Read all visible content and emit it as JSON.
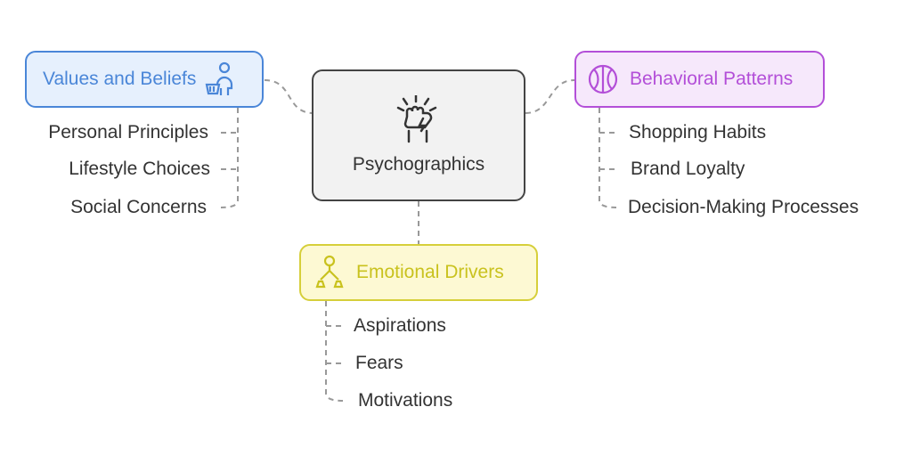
{
  "center": {
    "label": "Psychographics",
    "icon": "fist-icon"
  },
  "branches": [
    {
      "label": "Values and Beliefs",
      "icon": "person-basket-icon",
      "color": "#4a86d8",
      "fill": "#e6f0fd",
      "items": [
        "Personal Principles",
        "Lifestyle Choices",
        "Social Concerns"
      ]
    },
    {
      "label": "Behavioral Patterns",
      "icon": "basketball-icon",
      "color": "#b34fd8",
      "fill": "#f6e8fb",
      "items": [
        "Shopping Habits",
        "Brand Loyalty",
        "Decision-Making Processes"
      ]
    },
    {
      "label": "Emotional Drivers",
      "icon": "hierarchy-icon",
      "color": "#c9c21e",
      "fill": "#fdf9d3",
      "items": [
        "Aspirations",
        "Fears",
        "Motivations"
      ]
    }
  ]
}
